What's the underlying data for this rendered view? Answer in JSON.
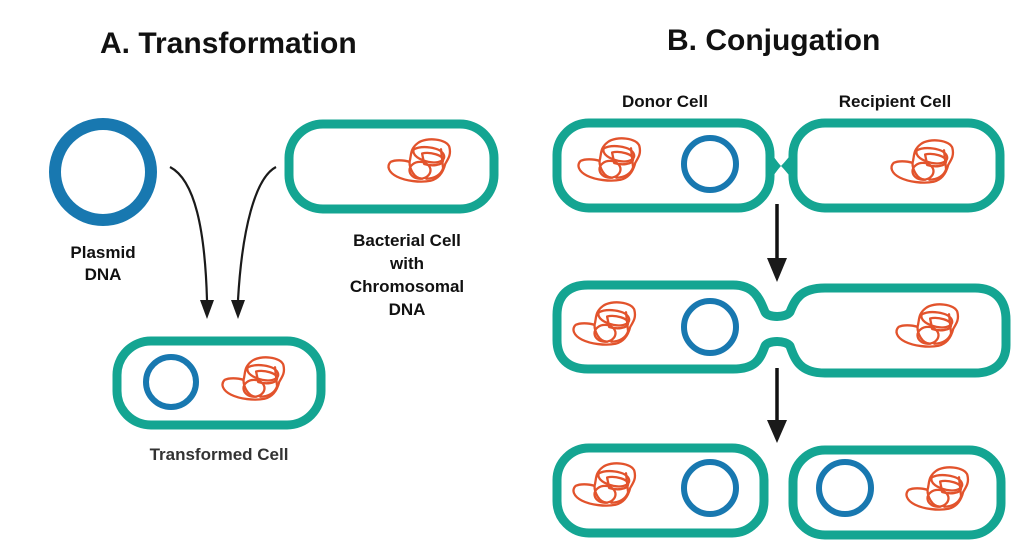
{
  "panel_a": {
    "title": "A.  Transformation",
    "plasmid_label": [
      "Plasmid",
      "DNA"
    ],
    "bacterial_cell_label": [
      "Bacterial Cell",
      "with",
      "Chromosomal",
      "DNA"
    ],
    "transformed_cell_label": "Transformed Cell"
  },
  "panel_b": {
    "title": "B.  Conjugation",
    "donor_label": "Donor Cell",
    "recipient_label": "Recipient Cell"
  },
  "colors": {
    "cell_wall": "#14a592",
    "plasmid": "#1878b0",
    "chromosome": "#e2532c",
    "arrow": "#1a1a1a"
  }
}
